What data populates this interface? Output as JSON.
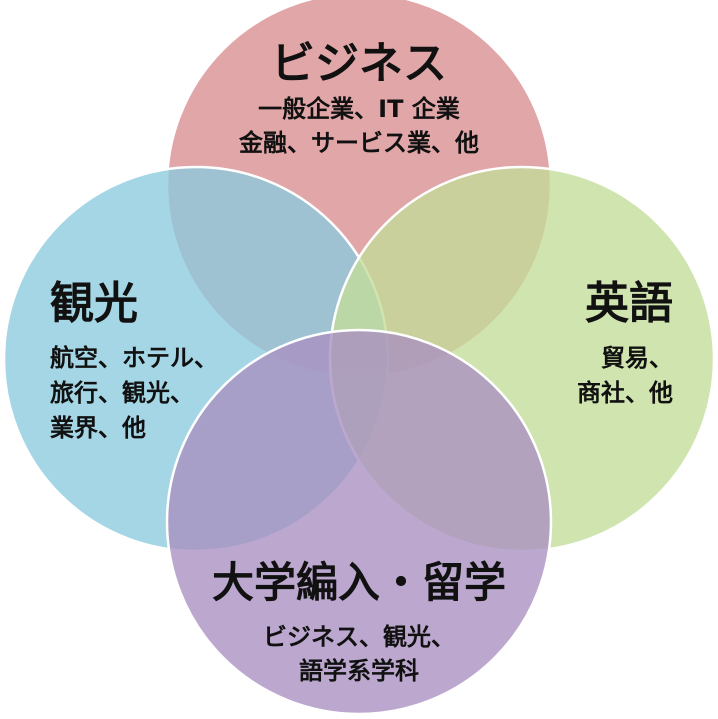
{
  "circles": {
    "business": {
      "title": "ビジネス",
      "lines": [
        "一般企業、IT 企業",
        "金融、サービス業、他"
      ],
      "color": "#d98d8f"
    },
    "tourism": {
      "title": "観光",
      "lines": [
        "航空、ホテル、",
        "旅行、観光、",
        "業界、他"
      ],
      "color": "#8ccbde"
    },
    "english": {
      "title": "英語",
      "lines": [
        "貿易、",
        "商社、他"
      ],
      "color": "#c3dc98"
    },
    "university": {
      "title": "大学編入・留学",
      "lines": [
        "ビジネス、観光、",
        "語学系学科"
      ],
      "color": "#a98fc2"
    }
  }
}
